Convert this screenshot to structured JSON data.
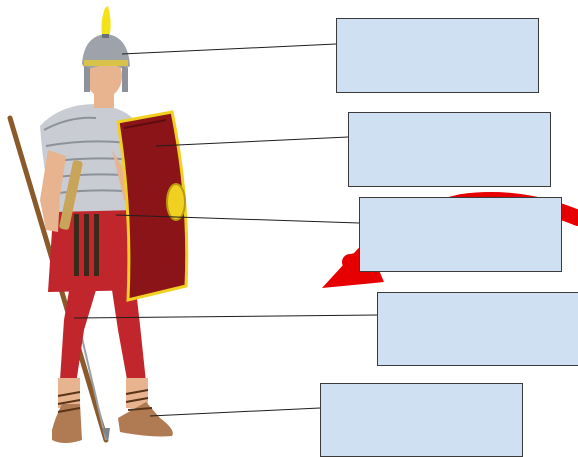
{
  "diagram": {
    "figure": "roman-legionary-soldier",
    "labels": [
      {
        "part": "helmet",
        "text": ""
      },
      {
        "part": "shield",
        "text": ""
      },
      {
        "part": "armour",
        "text": ""
      },
      {
        "part": "tunic",
        "text": ""
      },
      {
        "part": "sandals",
        "text": ""
      }
    ],
    "colors": {
      "label_fill": "#cfe0f3",
      "label_border": "#3b3b3b",
      "arrow": "#e60000",
      "shield": "#8b1418",
      "shield_trim": "#f0d020",
      "tunic": "#c0262b",
      "armour": "#c9ccd2",
      "plume": "#f3e21a"
    }
  }
}
